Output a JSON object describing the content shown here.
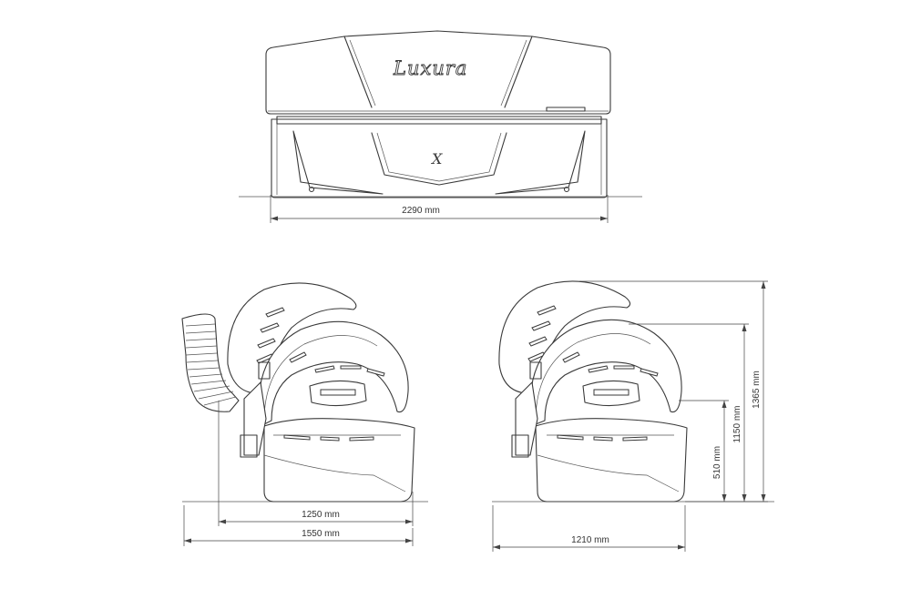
{
  "brand": {
    "logo_text": "Luxura",
    "emblem_text": "X"
  },
  "dimensions": {
    "width_front": "2290 mm",
    "depth_closed": "1250 mm",
    "depth_with_hose": "1550 mm",
    "depth_side": "1210 mm",
    "height_bench": "510 mm",
    "height_canopy": "1150 mm",
    "height_total": "1365 mm"
  },
  "colors": {
    "line": "#3a3a3a",
    "background": "#ffffff"
  }
}
